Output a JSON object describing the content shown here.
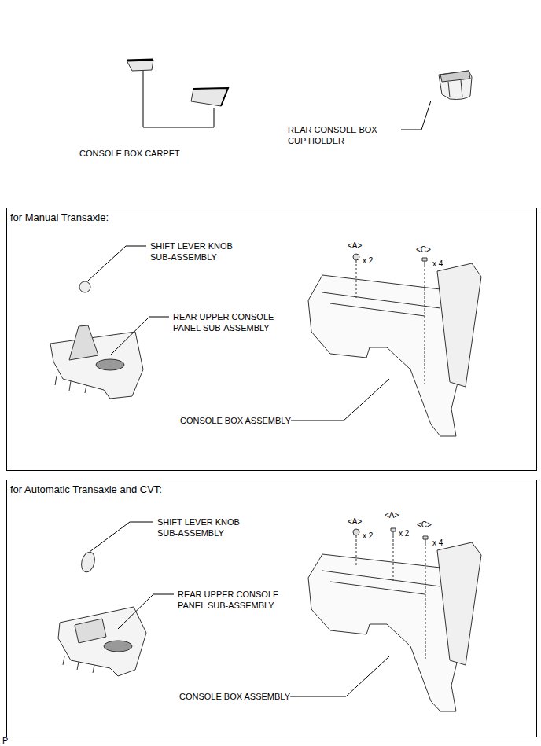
{
  "diagram": {
    "nodes": [
      {
        "text": [
          "for Manual Transaxle:"
        ]
      },
      {
        "text": [
          "for Automatic Transaxle and CVT:"
        ]
      }
    ],
    "labels": [
      "CONSOLE BOX CARPET",
      "REAR CONSOLE BOX CUP HOLDER",
      "SHIFT LEVER KNOB SUB-ASSEMBLY",
      "<A>",
      "x 2",
      "<C>",
      "x 4",
      "REAR UPPER CONSOLE PANEL SUB-ASSEMBLY",
      "CONSOLE BOX ASSEMBLY",
      "SHIFT LEVER KNOB SUB-ASSEMBLY",
      "<A>",
      "x 2",
      "<A>",
      "x 2",
      "<C>",
      "x 4",
      "REAR UPPER CONSOLE PANEL SUB-ASSEMBLY",
      "CONSOLE BOX ASSEMBLY",
      "P"
    ]
  }
}
